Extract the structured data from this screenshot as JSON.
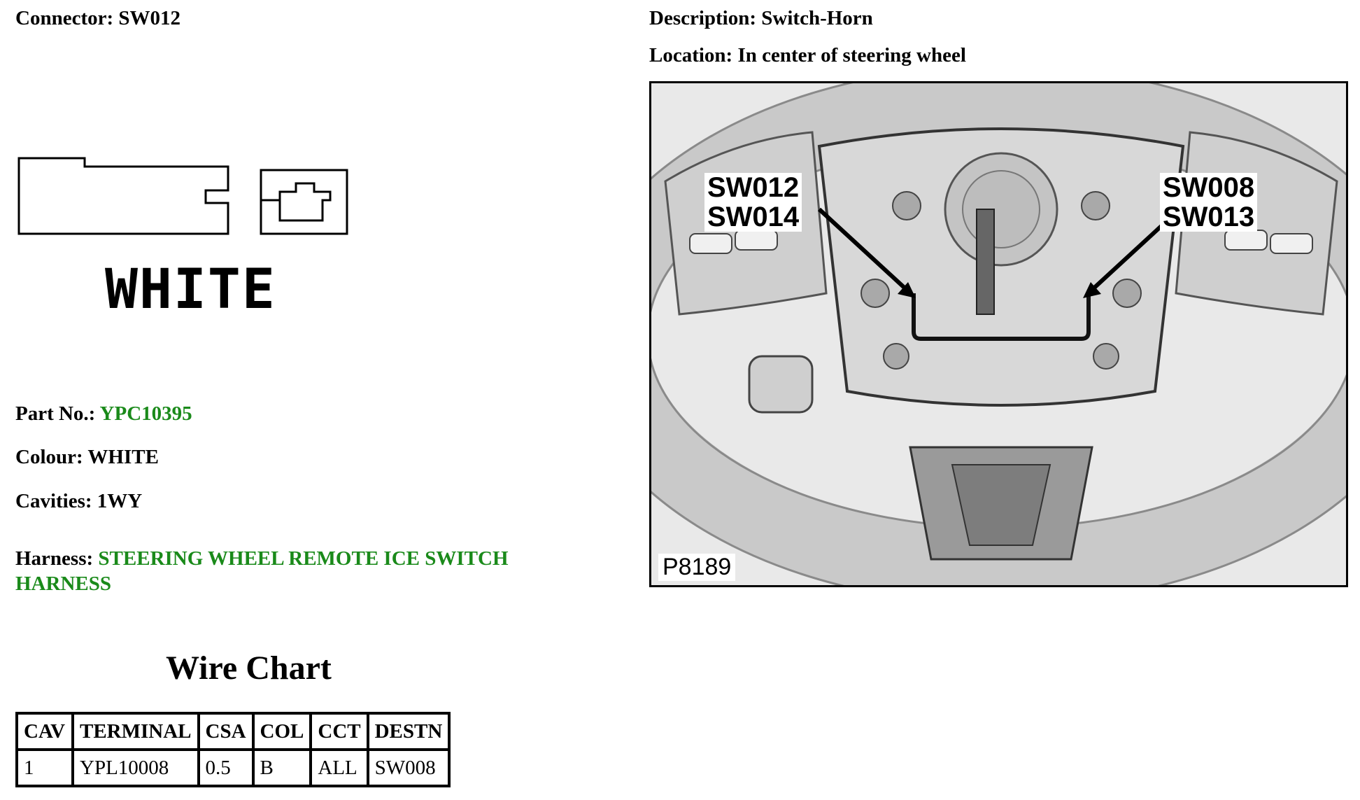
{
  "connector": {
    "label": "Connector:",
    "value": "SW012"
  },
  "description": {
    "label": "Description:",
    "value": "Switch-Horn"
  },
  "location": {
    "label": "Location:",
    "value": "In center of steering wheel"
  },
  "connector_colour_label": "WHITE",
  "part_no": {
    "label": "Part No.:",
    "value": "YPC10395"
  },
  "colour": {
    "label": "Colour:",
    "value": "WHITE"
  },
  "cavities": {
    "label": "Cavities:",
    "value": "1WY"
  },
  "harness": {
    "label": "Harness:",
    "value": "STEERING WHEEL REMOTE ICE SWITCH HARNESS"
  },
  "wire_chart": {
    "title": "Wire Chart",
    "headers": [
      "CAV",
      "TERMINAL",
      "CSA",
      "COL",
      "CCT",
      "DESTN"
    ],
    "rows": [
      [
        "1",
        "YPL10008",
        "0.5",
        "B",
        "ALL",
        "SW008"
      ]
    ]
  },
  "figure": {
    "callout_left": [
      "SW012",
      "SW014"
    ],
    "callout_right": [
      "SW008",
      "SW013"
    ],
    "figure_number": "P8189"
  },
  "colors": {
    "link": "#1a8a1a",
    "text": "#000000",
    "photo_bg": "#e9e9e9"
  }
}
